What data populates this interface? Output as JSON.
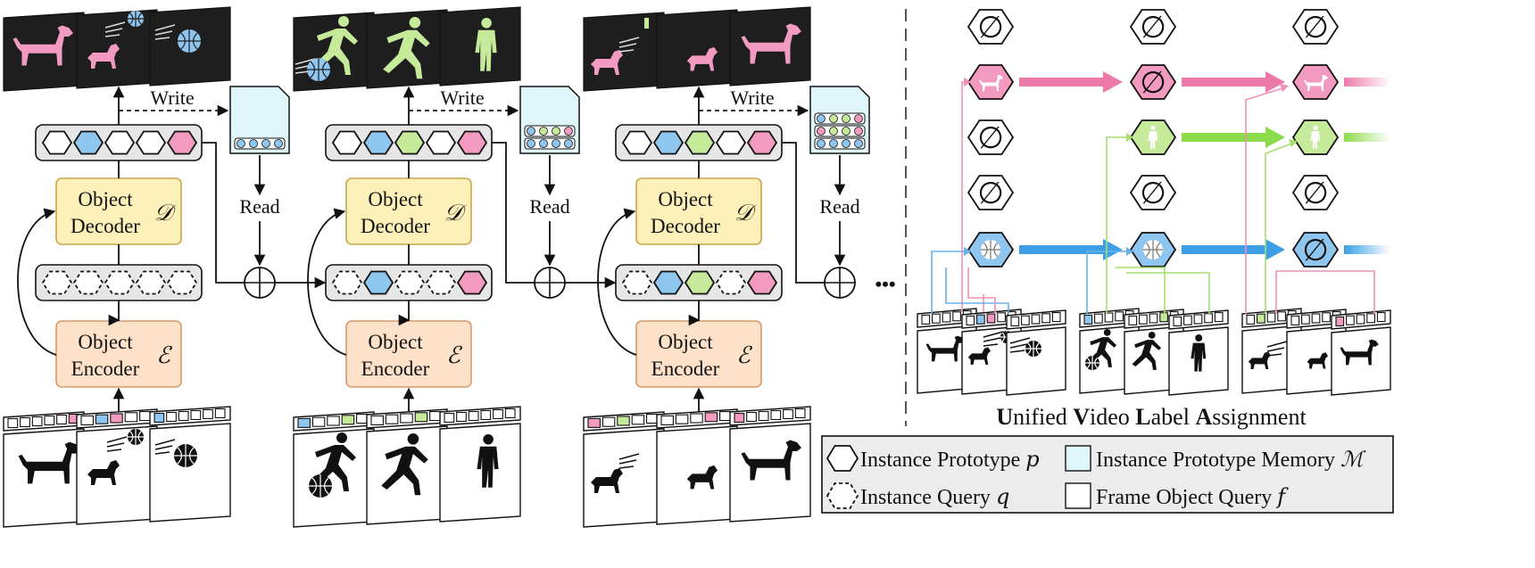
{
  "labels": {
    "write": "Write",
    "read": "Read",
    "decoder_line1": "Object",
    "decoder_line2": "Decoder",
    "decoder_symbol": "𝒟",
    "encoder_line1": "Object",
    "encoder_line2": "Encoder",
    "encoder_symbol": "ℰ",
    "ellipsis": "•••",
    "empty_symbol": "∅",
    "uvla_title_parts": [
      {
        "b": "U",
        "r": "nified "
      },
      {
        "b": "V",
        "r": "ideo "
      },
      {
        "b": "L",
        "r": "abel "
      },
      {
        "b": "A",
        "r": "ssignment"
      }
    ]
  },
  "legend": [
    {
      "text": "Instance Prototype ",
      "symbol": "p"
    },
    {
      "text": "Instance Prototype Memory ",
      "symbol": "ℳ"
    },
    {
      "text": "Instance Query ",
      "symbol": "q"
    },
    {
      "text": "Frame Object Query ",
      "symbol": "f"
    }
  ],
  "colors": {
    "pink": "#f39ac0",
    "blue": "#8fc6f0",
    "green": "#c5ea9a",
    "memory": "#dff6fa",
    "decoder_fill": "#fdf0b8",
    "encoder_fill": "#fde1c8",
    "tray_fill": "#e6e6e6",
    "pink_arrow": "#ee7aa9",
    "green_arrow": "#8cdb4a",
    "blue_arrow": "#3d9fe8",
    "pink_line": "#ef90b6",
    "green_line": "#a6dd6e",
    "blue_line": "#66b1e8"
  },
  "stages": [
    {
      "prototypes": [
        "white",
        "blue",
        "white",
        "white",
        "pink"
      ],
      "queries": [
        "white",
        "white",
        "white",
        "white",
        "white"
      ],
      "memory_rows": [
        [
          "blue",
          "blue",
          "blue",
          "blue"
        ]
      ]
    },
    {
      "prototypes": [
        "white",
        "blue",
        "green",
        "white",
        "pink"
      ],
      "queries": [
        "white",
        "blue",
        "white",
        "white",
        "pink"
      ],
      "memory_rows": [
        [
          "blue",
          "green",
          "green",
          "pink"
        ],
        [
          "blue",
          "blue",
          "blue",
          "blue"
        ]
      ]
    },
    {
      "prototypes": [
        "white",
        "blue",
        "green",
        "white",
        "pink"
      ],
      "queries": [
        "white",
        "blue",
        "green",
        "white",
        "pink"
      ],
      "memory_rows": [
        [
          "blue",
          "green",
          "green",
          "pink"
        ],
        [
          "pink",
          "green",
          "green",
          "pink"
        ],
        [
          "blue",
          "blue",
          "blue",
          "blue"
        ]
      ]
    }
  ]
}
